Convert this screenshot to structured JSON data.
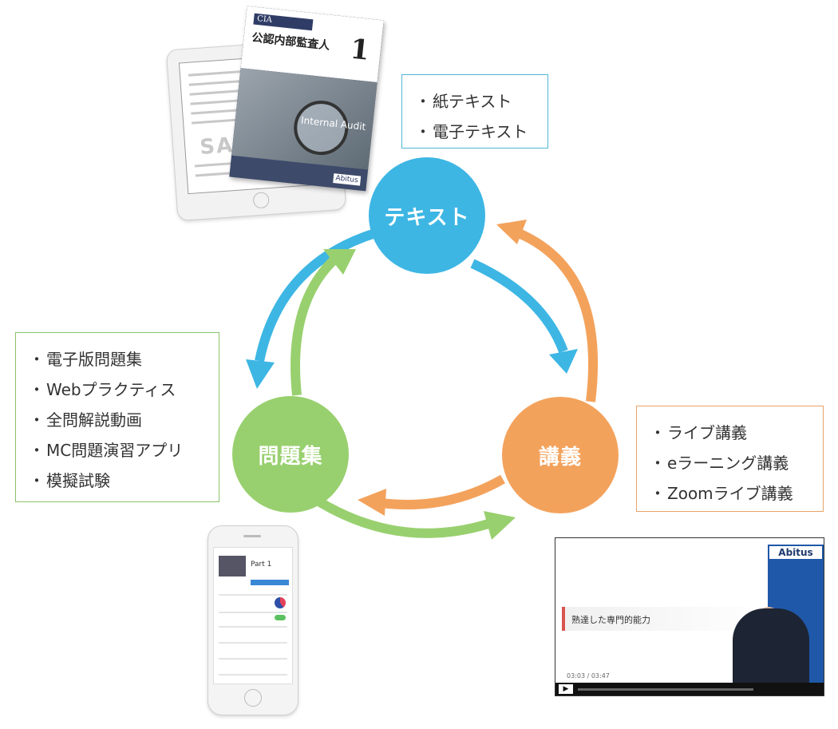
{
  "nodes": {
    "text": {
      "label": "テキスト",
      "color": "#3db6e4"
    },
    "problems": {
      "label": "問題集",
      "color": "#99d06f"
    },
    "lecture": {
      "label": "講義",
      "color": "#f3a25c"
    }
  },
  "boxes": {
    "text": {
      "items": [
        "紙テキスト",
        "電子テキスト"
      ],
      "border": "#4fb7d4"
    },
    "problems": {
      "items": [
        "電子版問題集",
        "Webプラクティス",
        "全問解説動画",
        "MC問題演習アプリ",
        "模擬試験"
      ],
      "border": "#8cc46a"
    },
    "lecture": {
      "items": [
        "ライブ講義",
        "eラーニング講義",
        "Zoomライブ講義"
      ],
      "border": "#e7a36a"
    }
  },
  "book": {
    "brand": "CIA",
    "title": "公認内部監査人",
    "volume": "1",
    "photo_text": "Internal Audit",
    "logo": "Abitus"
  },
  "tablet": {
    "watermark": "SAMPLE"
  },
  "phone": {
    "part": "Part 1"
  },
  "video": {
    "logo": "Abitus",
    "slide_title": "熟達した専門的能力",
    "timecode": "03:03 / 03:47"
  }
}
